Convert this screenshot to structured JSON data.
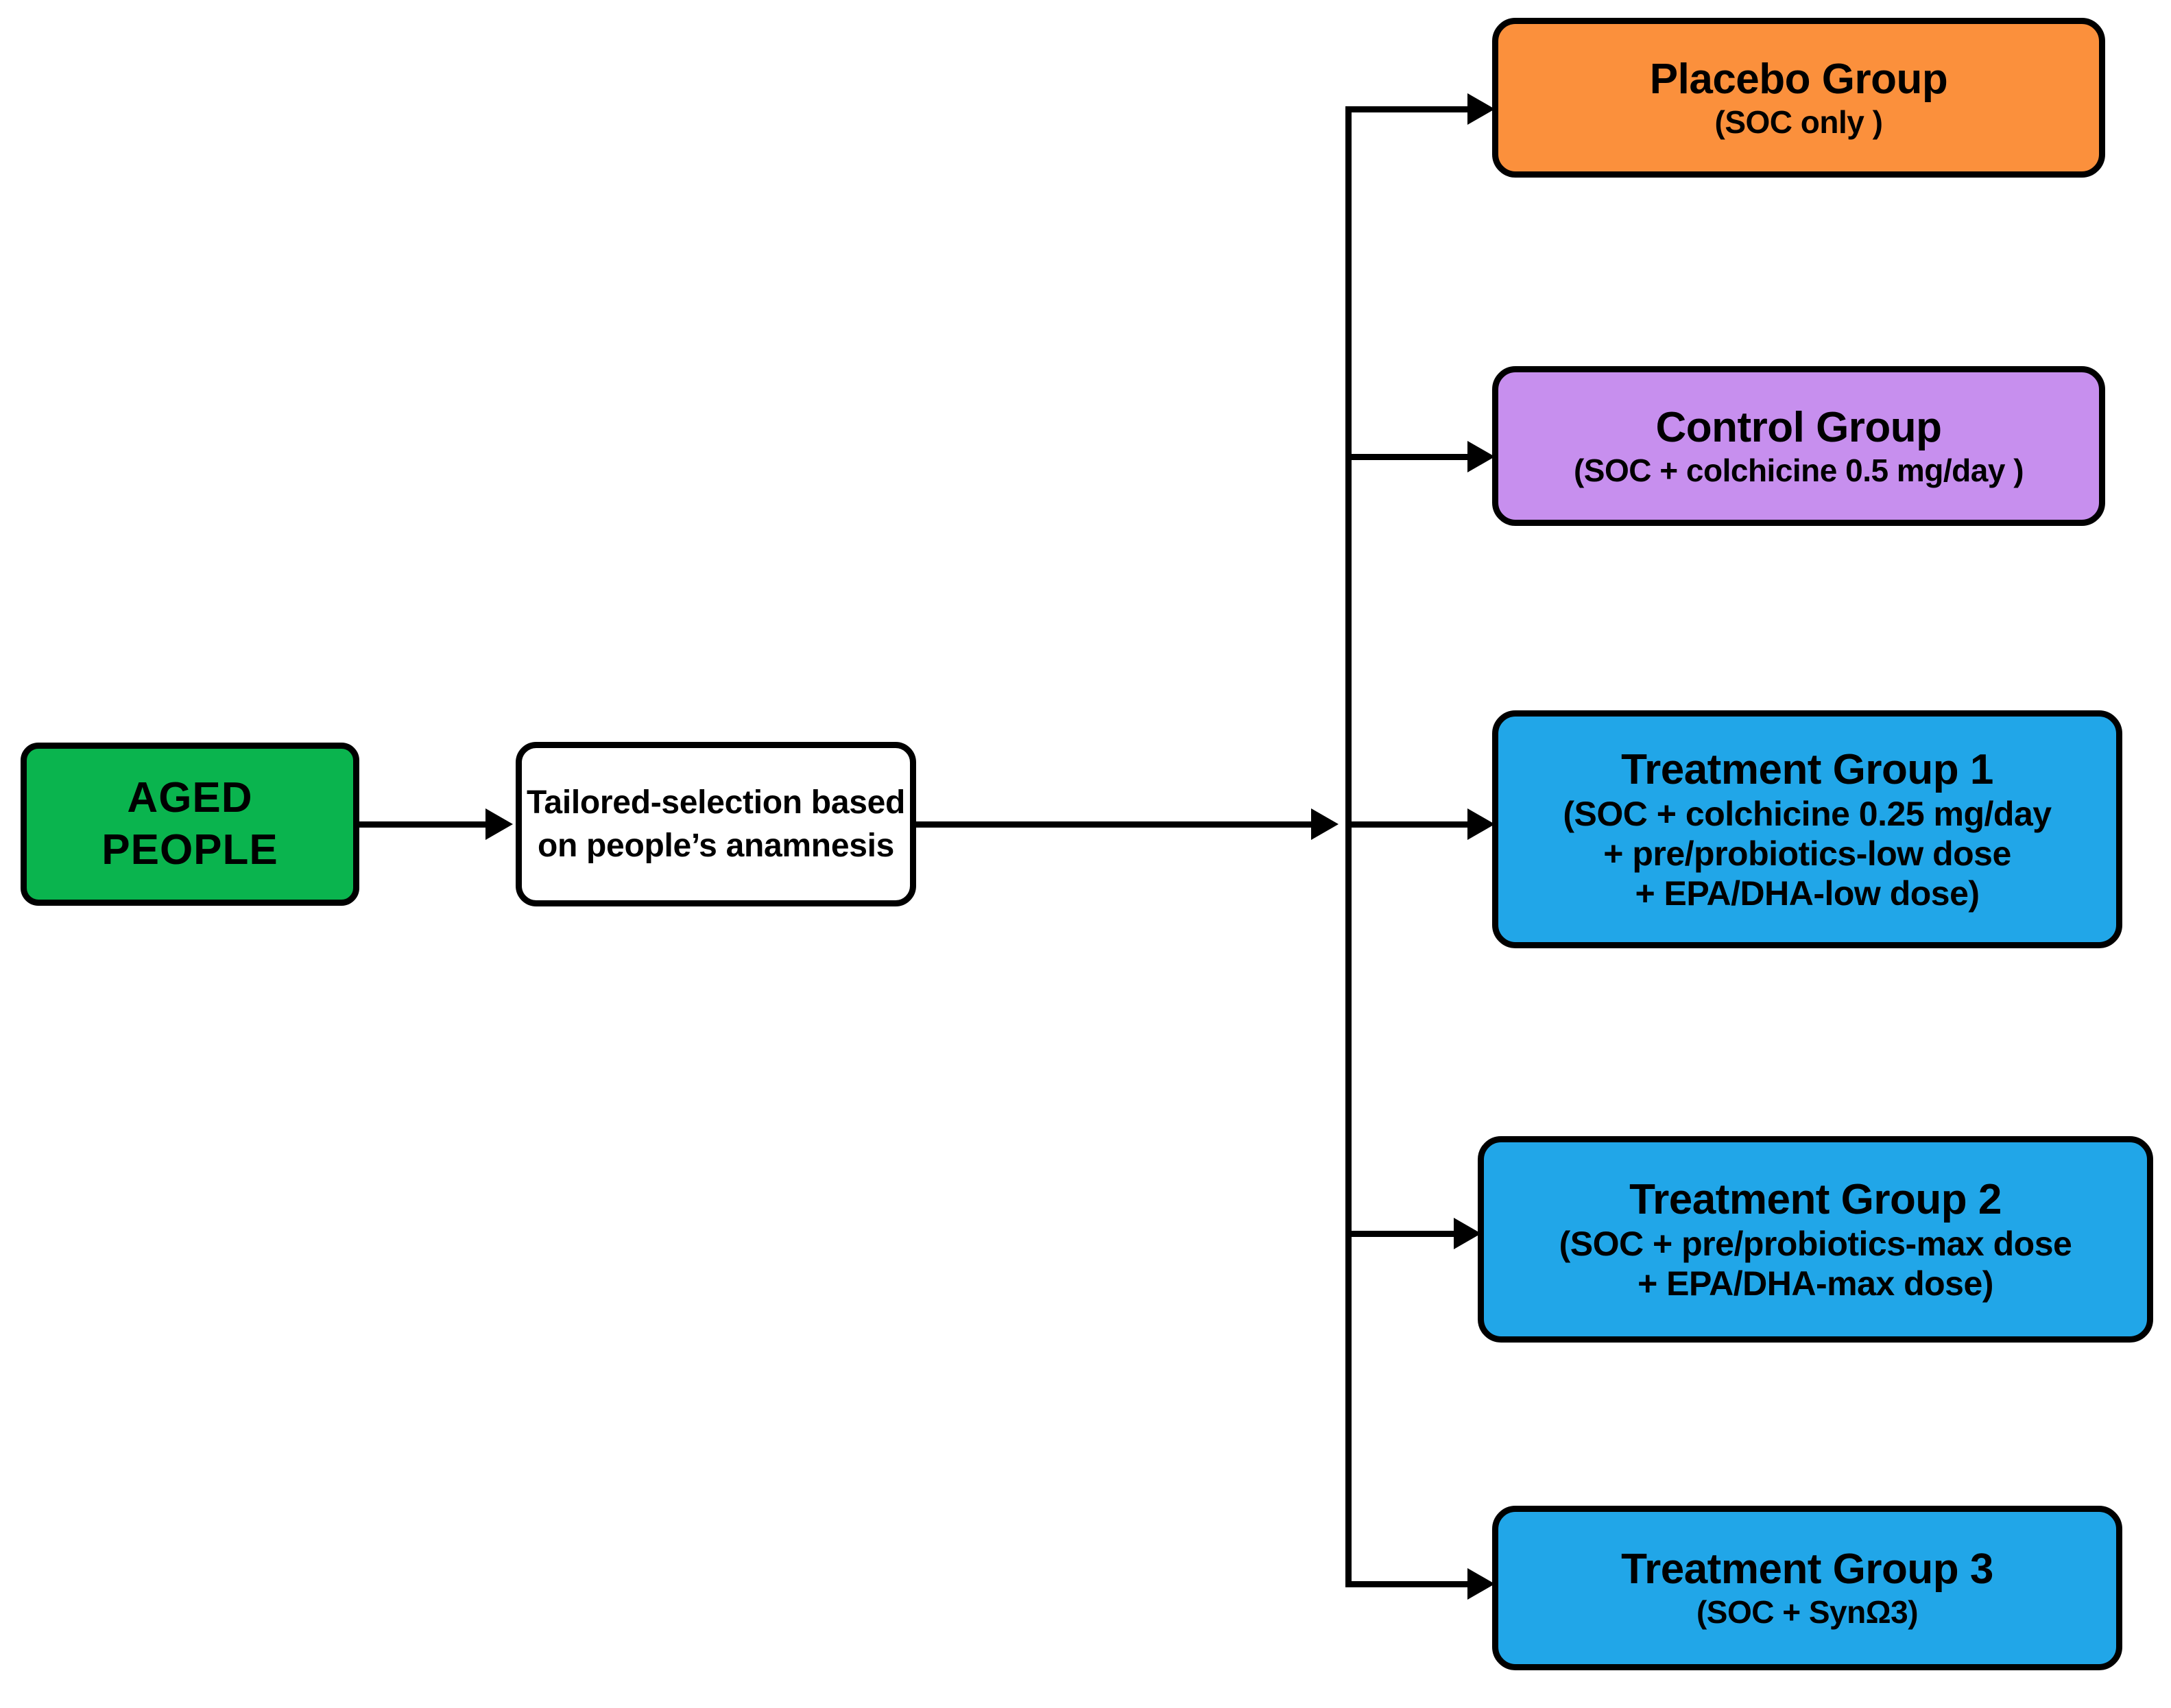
{
  "diagram": {
    "title": "Clinical trial arm allocation flowchart",
    "colors": {
      "source": "#0AB44E",
      "selection": "#FFFFFF",
      "placebo": "#FB903C",
      "control": "#C78FEE",
      "treatment": "#21A6E8",
      "stroke": "#000000"
    },
    "nodes": {
      "aged_people": {
        "label": "AGED\nPEOPLE",
        "line1": "AGED",
        "line2": "PEOPLE"
      },
      "tailored_selection": {
        "line1": "Tailored-selection based",
        "line2": "on people’s anamnesis"
      },
      "placebo_group": {
        "title": "Placebo Group",
        "subtitle": "(SOC only )"
      },
      "control_group": {
        "title": "Control Group",
        "subtitle": "(SOC + colchicine 0.5 mg/day )"
      },
      "treatment_group_1": {
        "title": "Treatment Group 1",
        "sub_line1": "(SOC + colchicine 0.25 mg/day",
        "sub_line2": "+ pre/probiotics-low dose",
        "sub_line3": "+ EPA/DHA-low dose)"
      },
      "treatment_group_2": {
        "title": "Treatment Group 2",
        "sub_line1": "(SOC + pre/probiotics-max dose",
        "sub_line2": "+ EPA/DHA-max dose)"
      },
      "treatment_group_3": {
        "title": "Treatment Group 3",
        "sub_prefix": "(SOC + Syn",
        "sub_omega": "Ω",
        "sub_suffix": "3)"
      }
    },
    "connectors": [
      {
        "name": "aged-to-tailored",
        "from": "aged_people",
        "to": "tailored_selection"
      },
      {
        "name": "tailored-to-split",
        "from": "tailored_selection",
        "to": "split-trunk"
      },
      {
        "name": "split-to-placebo",
        "from": "split-trunk",
        "to": "placebo_group"
      },
      {
        "name": "split-to-control",
        "from": "split-trunk",
        "to": "control_group"
      },
      {
        "name": "split-to-treatment-1",
        "from": "split-trunk",
        "to": "treatment_group_1"
      },
      {
        "name": "split-to-treatment-2",
        "from": "split-trunk",
        "to": "treatment_group_2"
      },
      {
        "name": "split-to-treatment-3",
        "from": "split-trunk",
        "to": "treatment_group_3"
      }
    ]
  }
}
